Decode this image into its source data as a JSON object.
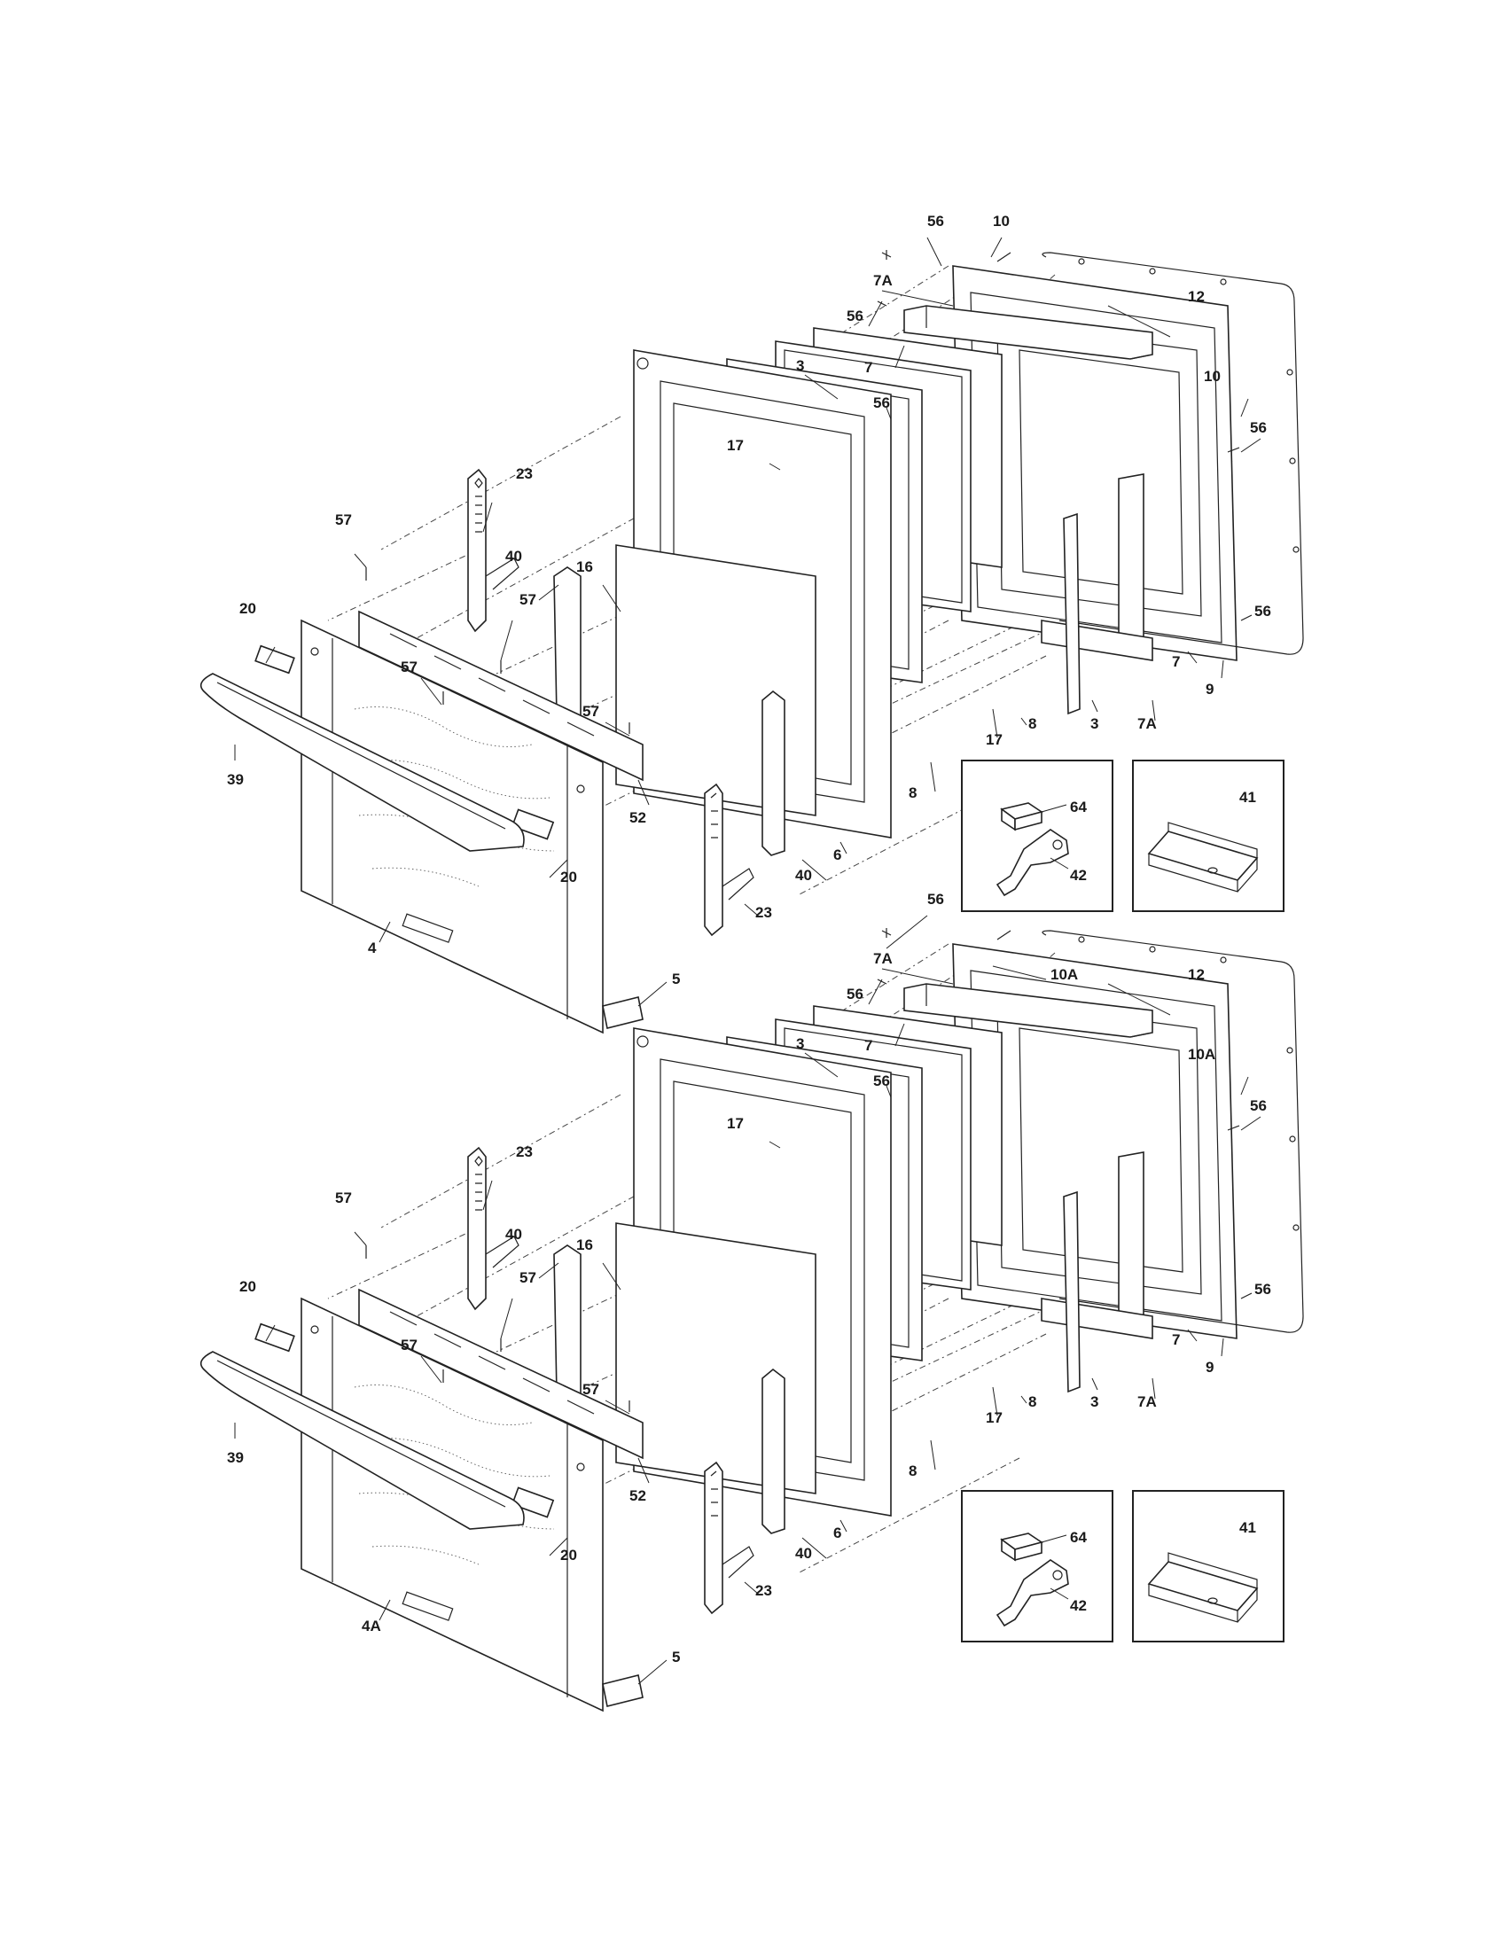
{
  "diagram": {
    "callouts_upper": {
      "c56a": "56",
      "c10a": "10",
      "c7A_top": "7A",
      "c12": "12",
      "c56b": "56",
      "c7_top": "7",
      "c3_top": "3",
      "c56c": "56",
      "c10b": "10",
      "c56d": "56",
      "c17_top": "17",
      "c23_top": "23",
      "c57a": "57",
      "c40_top": "40",
      "c16": "16",
      "c57b": "57",
      "c20_left": "20",
      "c57c": "57",
      "c56e": "56",
      "c57d": "57",
      "c39": "39",
      "c52": "52",
      "c7_right": "7",
      "c9": "9",
      "c3_right": "3",
      "c7A_right": "7A",
      "c8a": "8",
      "c17_bottom": "17",
      "c8b": "8",
      "c20_right": "20",
      "c40_bottom": "40",
      "c6": "6",
      "c23_bottom": "23",
      "c4": "4",
      "c5": "5"
    },
    "callouts_lower": {
      "c56a": "56",
      "c10Aa": "10A",
      "c7A_top": "7A",
      "c12": "12",
      "c56b": "56",
      "c7_top": "7",
      "c3_top": "3",
      "c10Ab": "10A",
      "c56c": "56",
      "c56d": "56",
      "c17_top": "17",
      "c23_top": "23",
      "c57a": "57",
      "c40_top": "40",
      "c16": "16",
      "c57b": "57",
      "c20_left": "20",
      "c57c": "57",
      "c56e": "56",
      "c57d": "57",
      "c39": "39",
      "c52": "52",
      "c7_right": "7",
      "c9": "9",
      "c3_right": "3",
      "c7A_right": "7A",
      "c8a": "8",
      "c17_bottom": "17",
      "c8b": "8",
      "c20_right": "20",
      "c40_bottom": "40",
      "c6": "6",
      "c23_bottom": "23",
      "c4A": "4A",
      "c5": "5"
    },
    "inset_upper": {
      "c64": "64",
      "c42": "42",
      "c41": "41"
    },
    "inset_lower": {
      "c64": "64",
      "c42": "42",
      "c41": "41"
    }
  }
}
